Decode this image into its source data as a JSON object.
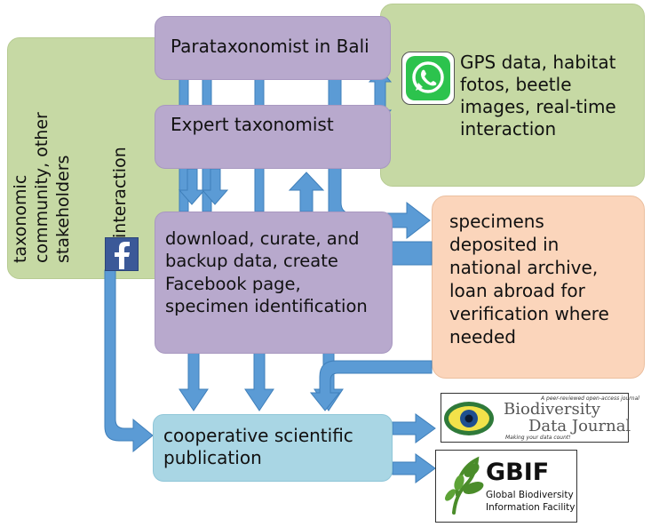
{
  "nodes": {
    "community": "taxonomic\ncommunity, other\nstakeholders",
    "interaction_label": "interaction",
    "gps": "GPS data, habitat\nfotos, beetle\nimages, real-time\ninteraction",
    "parataxonomist": "Parataxonomist in Bali",
    "expert": "Expert taxonomist",
    "curate": "download, curate, and\nbackup data, create\nFacebook page,\nspecimen identification",
    "specimens": "specimens\ndeposited in\nnational archive,\nloan abroad for\nverification where\nneeded",
    "publication": "cooperative scientific\npublication"
  },
  "logos": {
    "bdj_top": "A peer-reviewed open-access journal",
    "bdj_name_1": "Biodiversity",
    "bdj_name_2": "Data Journal",
    "bdj_tagline": "Making your data count!",
    "gbif_name": "GBIF",
    "gbif_sub_1": "Global Biodiversity",
    "gbif_sub_2": "Information Facility"
  },
  "icons": [
    "whatsapp-icon",
    "facebook-icon",
    "bdj-eye-logo",
    "gbif-leaf-logo"
  ],
  "colors": {
    "green_box": "#c6d9a4",
    "purple_box": "#b8a9cd",
    "peach_box": "#fbd5bb",
    "blue_box": "#a9d6e4",
    "arrow": "#5b9bd5",
    "whatsapp": "#25d366",
    "facebook": "#3b5998",
    "gbif": "#4a8c2a"
  }
}
